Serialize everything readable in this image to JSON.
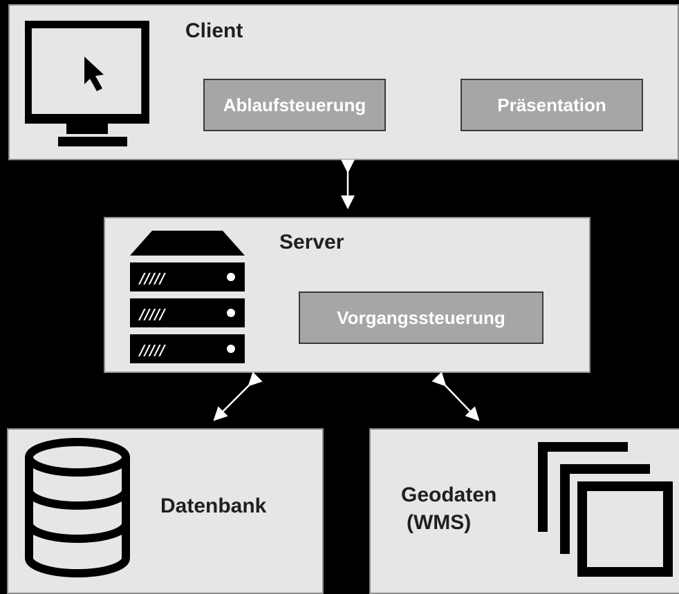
{
  "client": {
    "title": "Client",
    "modules": [
      "Ablaufsteuerung",
      "Präsentation"
    ],
    "icon": "computer-monitor-cursor-icon"
  },
  "server": {
    "title": "Server",
    "modules": [
      "Vorgangssteuerung"
    ],
    "icon": "server-rack-icon"
  },
  "datenbank": {
    "title": "Datenbank",
    "icon": "database-cylinder-icon"
  },
  "geodaten": {
    "title_line1": "Geodaten",
    "title_line2": "(WMS)",
    "icon": "map-layers-icon"
  },
  "colors": {
    "background": "#000000",
    "panel": "#e6e6e6",
    "module": "#a6a6a6",
    "module_text": "#ffffff",
    "arrow": "#ffffff"
  }
}
